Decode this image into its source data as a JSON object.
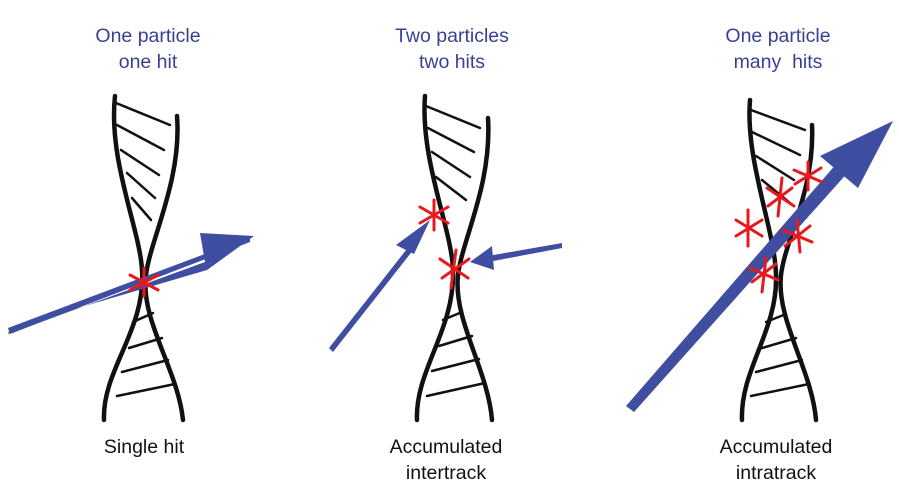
{
  "panels": [
    {
      "title_lines": [
        "One particle",
        "one hit"
      ],
      "caption_lines": [
        "Single hit"
      ]
    },
    {
      "title_lines": [
        "Two particles",
        "two hits"
      ],
      "caption_lines": [
        "Accumulated",
        "intertrack"
      ]
    },
    {
      "title_lines": [
        "One particle",
        "many  hits"
      ],
      "caption_lines": [
        "Accumulated",
        "intratrack"
      ]
    }
  ],
  "colors": {
    "title_text": "#3a3f95",
    "caption_text": "#111111",
    "particle_track": "#3f4ea0",
    "hit_marker": "#e8191c",
    "dna_strand": "#111111"
  },
  "icons": {
    "dna": "dna-double-helix-icon",
    "hit": "asterisk-hit-icon",
    "particle": "arrow-track-icon"
  }
}
